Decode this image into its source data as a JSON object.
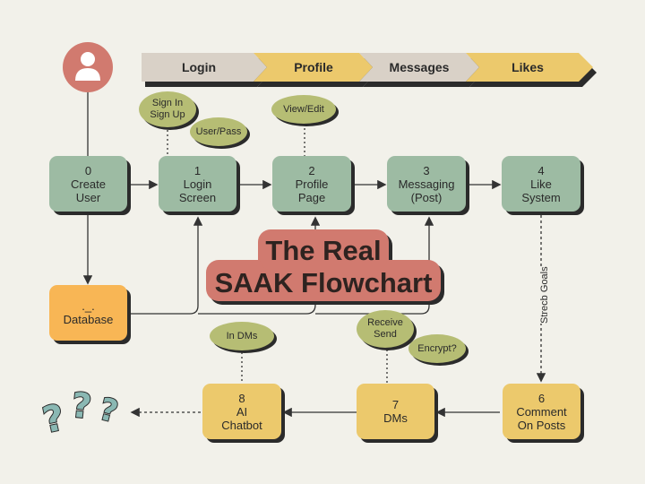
{
  "header_tabs": [
    "Login",
    "Profile",
    "Messages",
    "Likes"
  ],
  "title_lines": [
    "The Real",
    "SAAK Flowchart"
  ],
  "nodes": {
    "create_user": {
      "number": "0",
      "line1": "Create",
      "line2": "User"
    },
    "login": {
      "number": "1",
      "line1": "Login",
      "line2": "Screen"
    },
    "profile": {
      "number": "2",
      "line1": "Profile",
      "line2": "Page"
    },
    "messaging": {
      "number": "3",
      "line1": "Messaging",
      "line2": "(Post)"
    },
    "like": {
      "number": "4",
      "line1": "Like",
      "line2": "System"
    },
    "database": {
      "line1": "._.",
      "line2": "Database"
    },
    "comment": {
      "number": "6",
      "line1": "Comment",
      "line2": "On Posts"
    },
    "dms": {
      "number": "7",
      "line1": "DMs"
    },
    "chatbot": {
      "number": "8",
      "line1": "AI",
      "line2": "Chatbot"
    }
  },
  "bubbles": {
    "signin_line1": "Sign In",
    "signin_line2": "Sign Up",
    "userpass": "User/Pass",
    "viewedit": "View/Edit",
    "indms": "In DMs",
    "receive": "Receive",
    "send": "Send",
    "encrypt": "Encrypt?"
  },
  "vertical_label": "Strecb Goals",
  "colors": {
    "background": "#f2f1ea",
    "green_node": "#9dbba3",
    "yellow_node": "#ecc96c",
    "orange_node": "#f8b655",
    "bubble": "#b6bd74",
    "title_box": "#d17a6f",
    "tab_gray": "#d9d1c7",
    "tab_yellow": "#ecc96c",
    "user_circle": "#d17a6f",
    "question_mark": "#8ab8b3"
  },
  "icons": [
    "user-icon",
    "question-marks-icon"
  ]
}
